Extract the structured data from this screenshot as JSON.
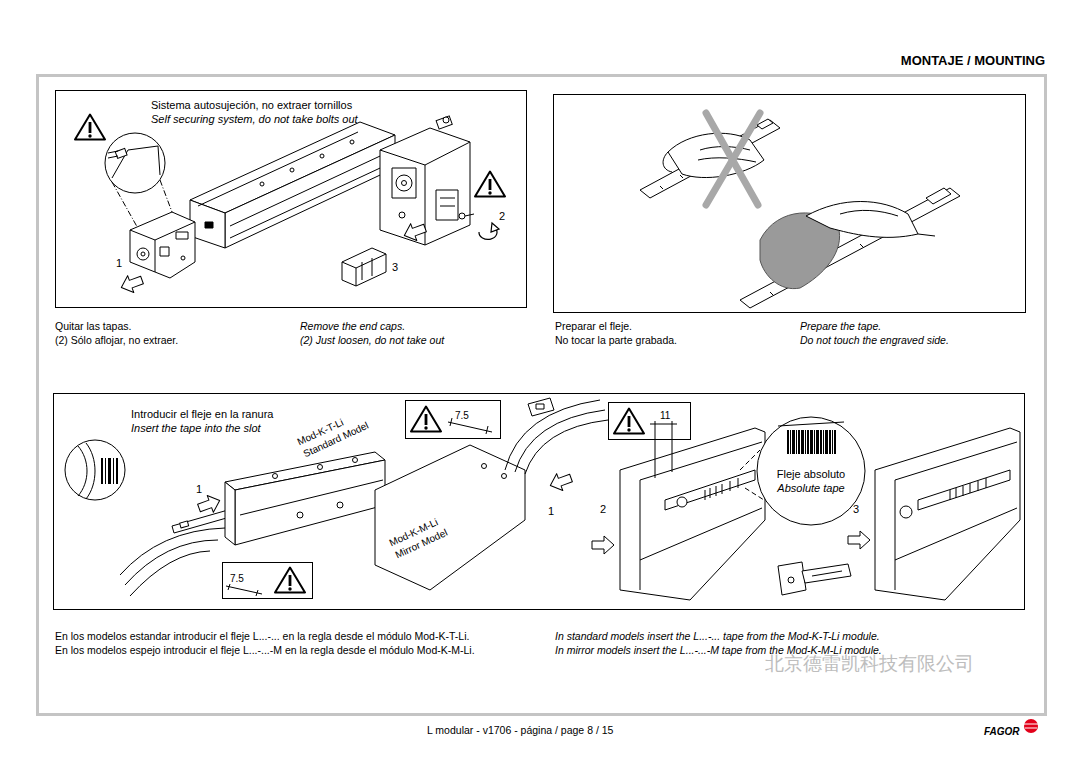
{
  "diagram": {
    "title": "MONTAJE / MOUNTING",
    "nodes": [
      {
        "text": [
          "Sistema autosujeción, no extraer tornillos",
          "Self securing system, do not take bolts out"
        ]
      },
      {
        "text": [
          "Introducir el fleje en la ranura",
          "Insert the tape into the slot"
        ]
      },
      {
        "text": [
          "Fleje absoluto",
          "Absolute tape"
        ],
        "in": 1
      }
    ],
    "labels": [
      "1",
      "2",
      "3",
      "Quitar las tapas.",
      "(2) Sólo aflojar, no extraer.",
      "Remove the end caps.",
      "(2) Just loosen, do not take out",
      "Preparar el fleje.",
      "No tocar la parte grabada.",
      "Prepare the tape.",
      "Do not touch the engraved side.",
      "Mod-K-T-Li",
      "Standard Model",
      "Mod-K-M-Li",
      "Mirror Model",
      "7.5",
      "7.5",
      "1",
      "1",
      "11",
      "2",
      "3",
      "En los modelos estandar introducir el fleje L...-... en la regla desde el módulo Mod-K-T-Li.",
      "En los modelos espejo introducir el fleje L...-...-M en la regla desde el módulo Mod-K-M-Li.",
      "In standard models insert the L...-... tape from the Mod-K-T-Li module.",
      "In mirror models insert the L...-...-M tape from the Mod-K-M-Li module.",
      "北京德雷凯科技有限公司",
      "L modular - v1706 - página / page 8 / 15",
      "FAGOR"
    ]
  }
}
